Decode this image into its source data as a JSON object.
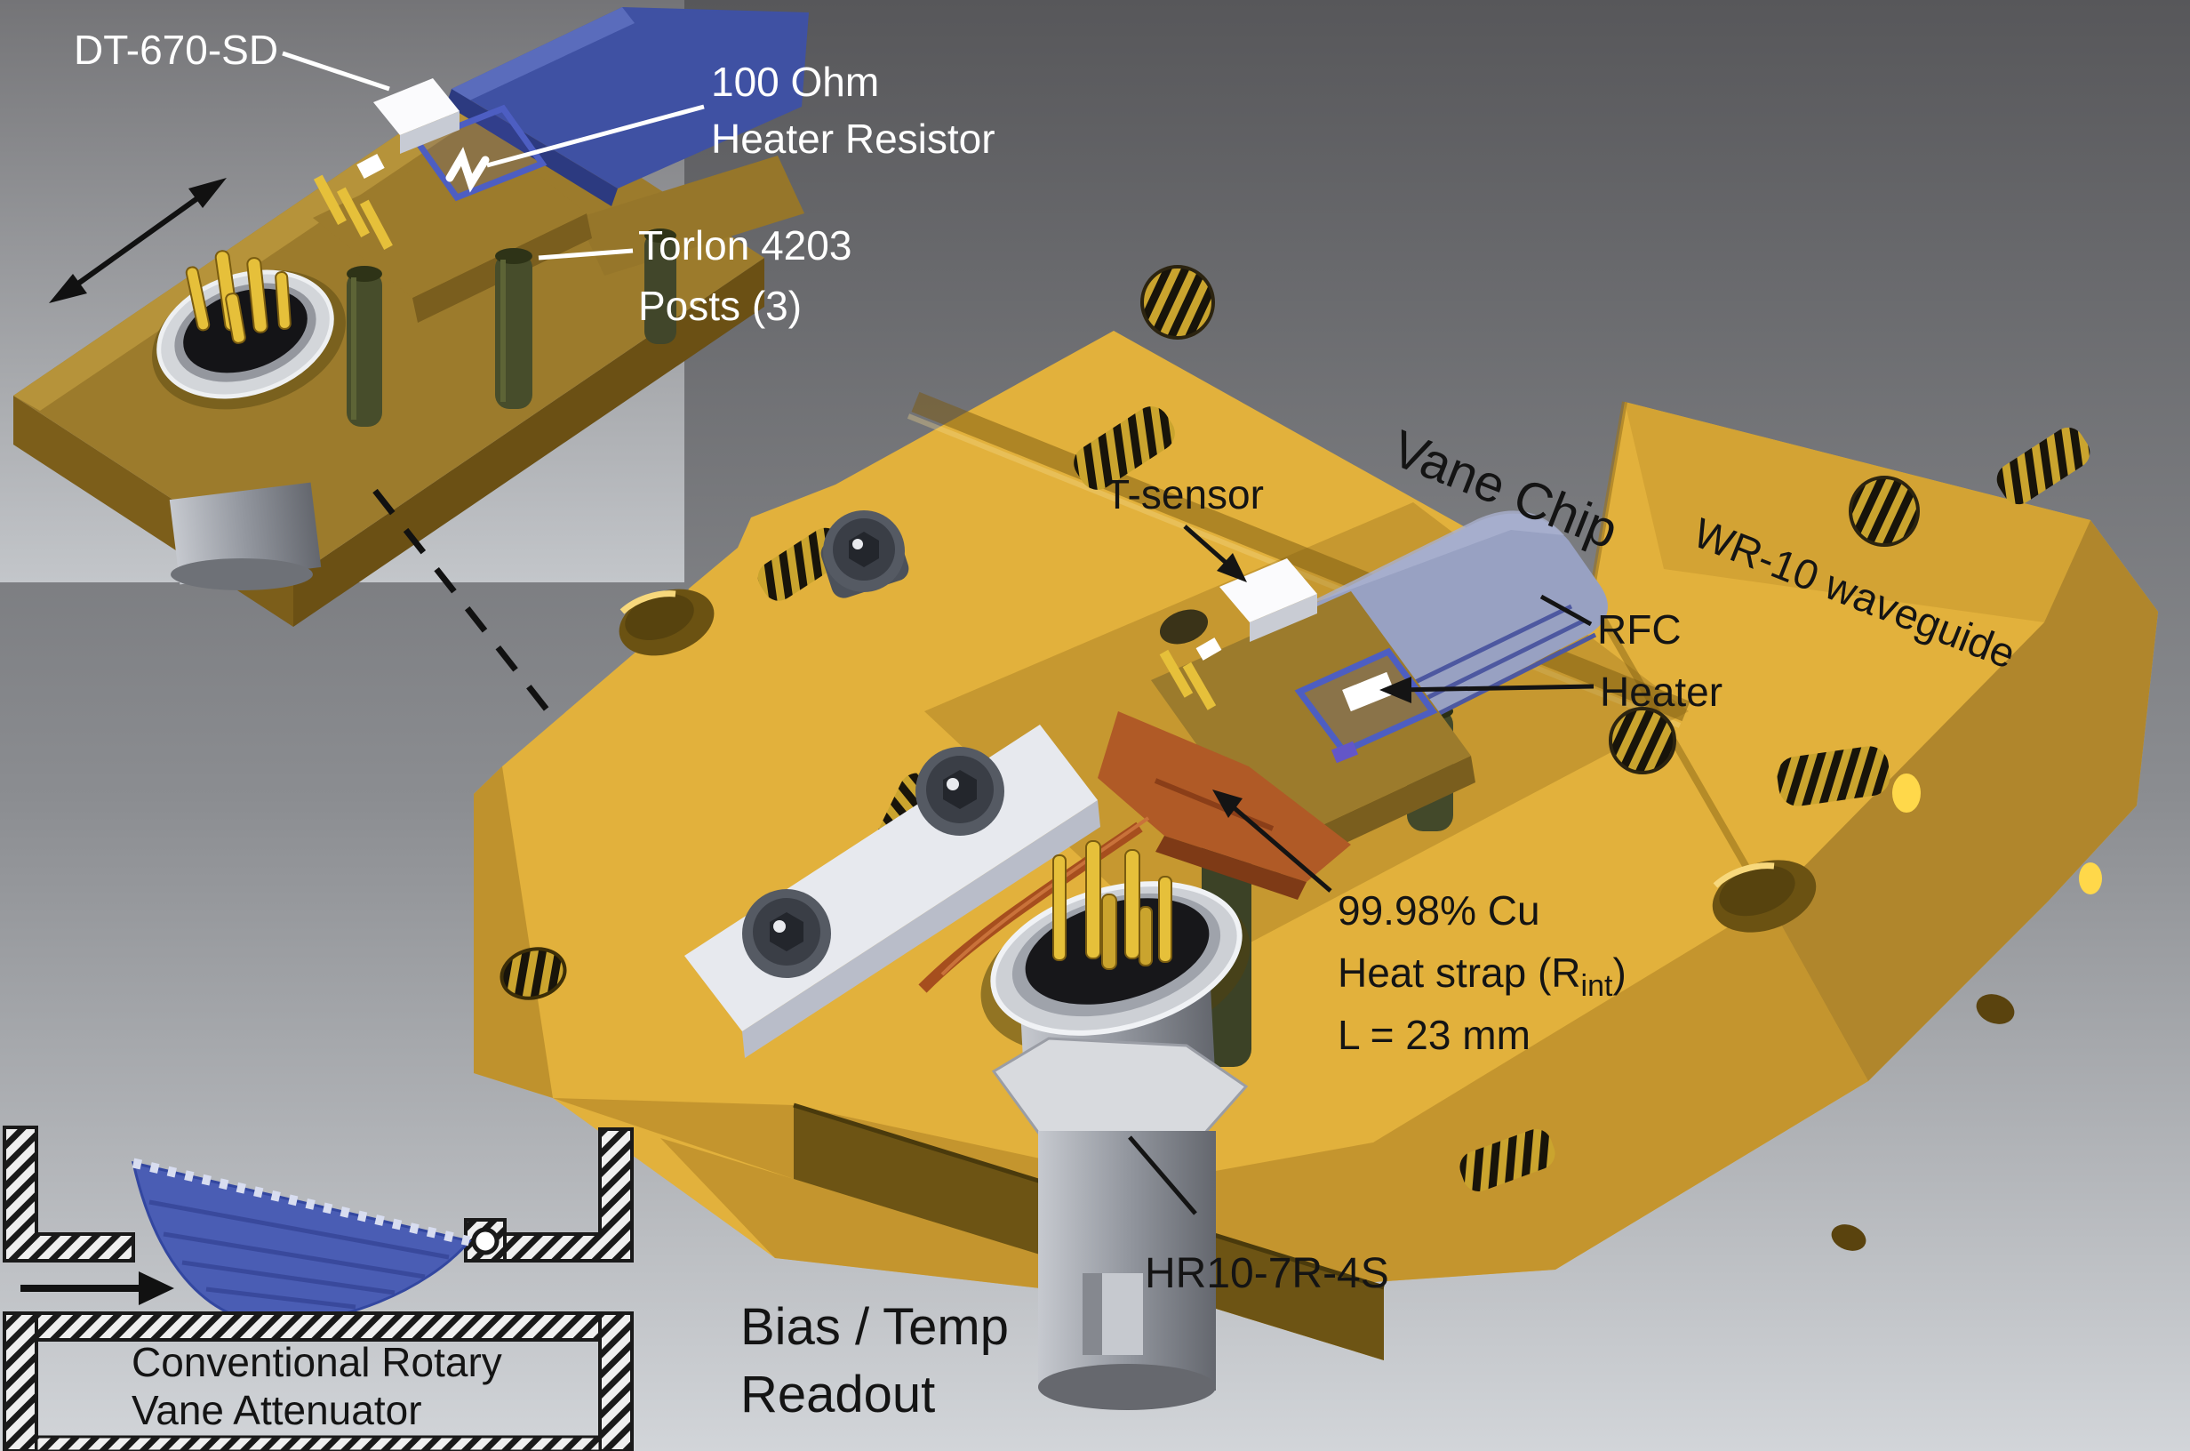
{
  "figure": {
    "title_semantic": "Cryogenic WR-10 waveguide vane attenuator assembly diagram",
    "colors": {
      "background_top": "#57575a",
      "background_bottom": "#d2d5d9",
      "inset_background_top": "#747477",
      "inset_background_bottom": "#c3c6ca",
      "gold_top": "#e2b13c",
      "gold_front": "#c4952e",
      "gold_side": "#b0862c",
      "gold_dark_detail": "#6d5414",
      "olive_plate": "#9c7b2c",
      "vane_blue_inset": "#3f51a3",
      "vane_blue_main": "#98a1c2",
      "copper_strap": "#b05a26",
      "post_green": "#44492a",
      "chrome": "#c9ccd2",
      "label_black": "#141414",
      "label_white": "#ffffff",
      "schematic_vane_blue": "#4a5db4"
    }
  },
  "inset_assembly": {
    "labels": {
      "sensor": "DT-670-SD",
      "resistor_line1": "100 Ohm",
      "resistor_line2": "Heater Resistor",
      "posts_line1": "Torlon 4203",
      "posts_line2": "Posts (3)"
    },
    "icons": [
      "double-headed-arrow",
      "leader-line"
    ]
  },
  "main_assembly": {
    "labels": {
      "t_sensor": "T-sensor",
      "vane_chip": "Vane Chip",
      "waveguide": "WR-10 waveguide",
      "rfc": "RFC",
      "heater": "Heater",
      "heat_strap_line1": "99.98% Cu",
      "heat_strap_pre": "Heat strap (R",
      "heat_strap_sub": "int",
      "heat_strap_post": ")",
      "heat_strap_line3": "L = 23 mm",
      "connector": "HR10-7R-4S",
      "readout_line1": "Bias / Temp",
      "readout_line2": "Readout"
    },
    "icons": [
      "dashed-assembly-arrow",
      "pointer-arrow",
      "leader-line"
    ]
  },
  "schematic_inset": {
    "caption_line1": "Conventional Rotary",
    "caption_line2": "Vane Attenuator",
    "icons": [
      "signal-direction-arrow",
      "rotary-vane-shape",
      "hatched-waveguide-walls",
      "pivot-circle"
    ]
  }
}
